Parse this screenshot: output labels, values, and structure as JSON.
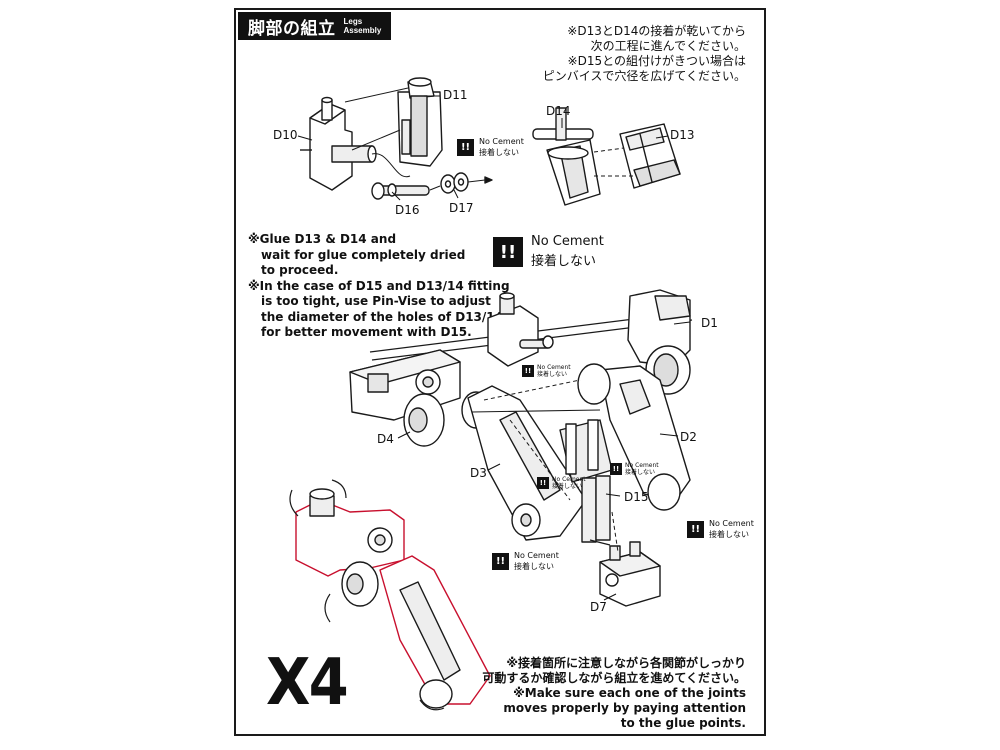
{
  "header": {
    "title_jp": "脚部の組立",
    "title_en_line1": "Legs",
    "title_en_line2": "Assembly"
  },
  "notes": {
    "jp_top": [
      "※D13とD14の接着が乾いてから",
      "次の工程に進んでください。",
      "※D15との組付けがきつい場合は",
      "ピンバイスで穴径を広げてください。"
    ],
    "en": [
      "※Glue D13 & D14 and",
      "wait for glue completely dried",
      "to proceed.",
      "※In the case of D15 and D13/14 fitting",
      "is too tight, use Pin-Vise to adjust",
      "the diameter of the holes of D13/14",
      "for better movement with D15."
    ],
    "bottom_jp": [
      "※接着箇所に注意しながら各関節がしっかり",
      "可動するか確認しながら組立を進めてください。"
    ],
    "bottom_en": [
      "※Make sure each one of the joints",
      "moves properly by paying attention",
      "to the glue points."
    ]
  },
  "quantity": "X4",
  "no_cement": {
    "badge": "!!",
    "en": "No Cement",
    "jp": "接着しない"
  },
  "parts": {
    "d1": "D1",
    "d2": "D2",
    "d3": "D3",
    "d4": "D4",
    "d7": "D7",
    "d10": "D10",
    "d11": "D11",
    "d13": "D13",
    "d14": "D14",
    "d15": "D15",
    "d16": "D16",
    "d17": "D17"
  }
}
